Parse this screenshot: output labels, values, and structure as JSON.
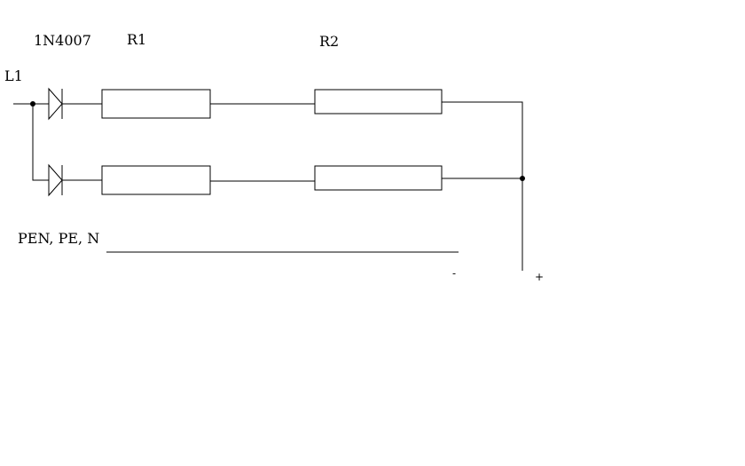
{
  "diagram": {
    "labels": {
      "line": "L1",
      "diode": "1N4007",
      "resistor1": "R1",
      "resistor2": "R2",
      "neutral": "PEN, PE, N",
      "minus": "-",
      "plus": "+"
    },
    "colors": {
      "wire": "#000000",
      "background": "#ffffff"
    }
  }
}
